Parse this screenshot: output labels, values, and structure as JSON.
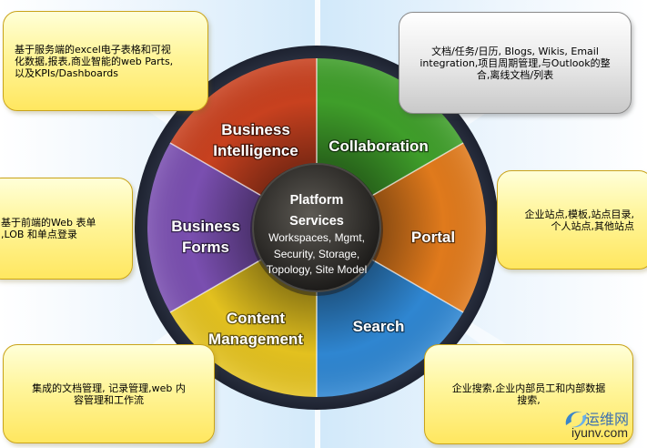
{
  "diagram": {
    "center": {
      "title_line1": "Platform",
      "title_line2": "Services",
      "sub_lines": [
        "Workspaces, Mgmt,",
        "Security, Storage,",
        "Topology, Site Model"
      ]
    },
    "segments": [
      {
        "key": "collaboration",
        "lines": [
          "Collaboration"
        ],
        "color": "#3f9e2a"
      },
      {
        "key": "portal",
        "lines": [
          "Portal"
        ],
        "color": "#e07a1c"
      },
      {
        "key": "search",
        "lines": [
          "Search"
        ],
        "color": "#2f86d1"
      },
      {
        "key": "content",
        "lines": [
          "Content",
          "Management"
        ],
        "color": "#e3c11f"
      },
      {
        "key": "forms",
        "lines": [
          "Business",
          "Forms"
        ],
        "color": "#7a4fb0"
      },
      {
        "key": "bi",
        "lines": [
          "Business",
          "Intelligence"
        ],
        "color": "#c8411f"
      }
    ],
    "callouts": {
      "bi": "基于服务端的excel电子表格和可视\n化数据,报表,商业智能的web Parts,\n以及KPIs/Dashboards",
      "collaboration": "文档/任务/日历, Blogs, Wikis, Email\nintegration,项目周期管理,与Outlook的整\n合,离线文档/列表",
      "forms": "基于前端的Web 表单\n,LOB 和单点登录",
      "portal": "企业站点,模板,站点目录,\n个人站点,其他站点",
      "content": "集成的文档管理, 记录管理,web 内\n容管理和工作流",
      "search": "企业搜索,企业内部员工和内部数据\n搜索,"
    }
  },
  "watermark": {
    "cn": "运维网",
    "url": "iyunv.com"
  }
}
